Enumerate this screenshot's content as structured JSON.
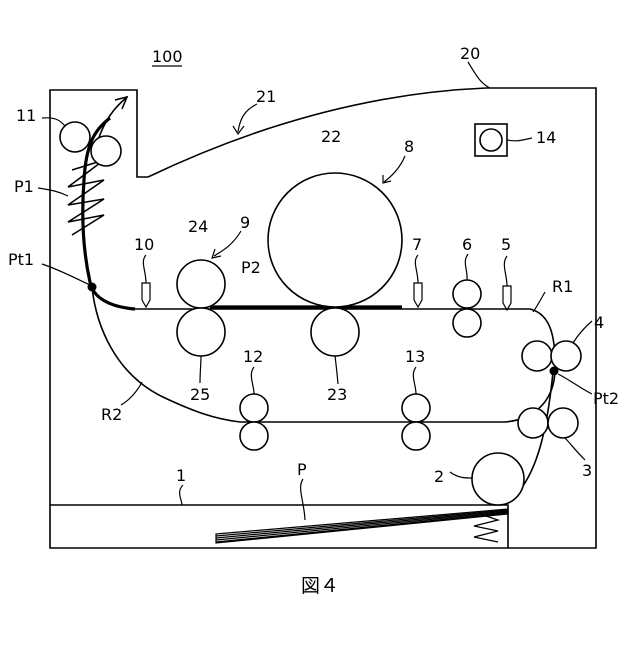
{
  "figure": {
    "caption": "図４",
    "labels": {
      "ref_100": "100",
      "ref_20": "20",
      "ref_21": "21",
      "ref_22": "22",
      "ref_8": "8",
      "ref_11": "11",
      "ref_14": "14",
      "ref_P1": "P1",
      "ref_Pt1": "Pt1",
      "ref_10": "10",
      "ref_24": "24",
      "ref_9": "9",
      "ref_P2": "P2",
      "ref_7": "7",
      "ref_6": "6",
      "ref_5": "5",
      "ref_R1": "R1",
      "ref_4": "4",
      "ref_Pt2": "Pt2",
      "ref_25": "25",
      "ref_23": "23",
      "ref_12": "12",
      "ref_13": "13",
      "ref_R2": "R2",
      "ref_3": "3",
      "ref_1": "1",
      "ref_P": "P",
      "ref_2": "2"
    }
  }
}
